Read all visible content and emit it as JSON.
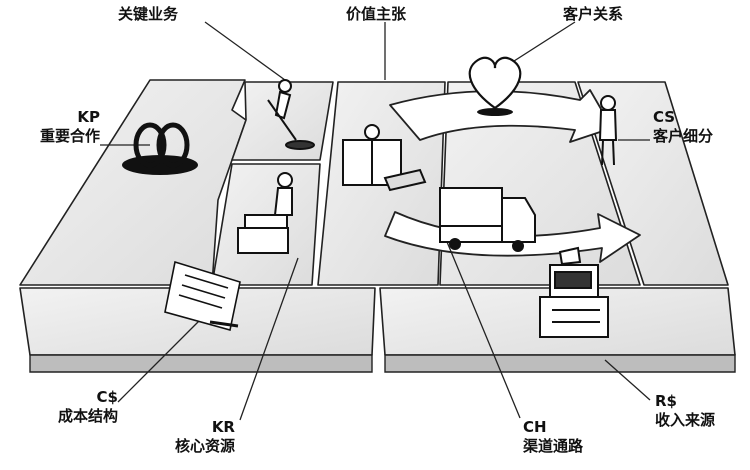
{
  "labels": {
    "key_activities": {
      "zh": "关键业务"
    },
    "value_propositions": {
      "zh": "价值主张"
    },
    "customer_relationships": {
      "zh": "客户关系"
    },
    "key_partners": {
      "code": "KP",
      "zh": "重要合作"
    },
    "customer_segments": {
      "code": "CS",
      "zh": "客户细分"
    },
    "cost_structure": {
      "code": "C$",
      "zh": "成本结构"
    },
    "key_resources": {
      "code": "KR",
      "zh": "核心资源"
    },
    "channels": {
      "code": "CH",
      "zh": "渠道通路"
    },
    "revenue_streams": {
      "code": "R$",
      "zh": "收入来源"
    }
  },
  "icons": [
    "interlocked-rings-icon",
    "digging-person-icon",
    "worker-with-box-icon",
    "contract-document-icon",
    "gift-box-icon",
    "heart-icon",
    "delivery-truck-icon",
    "standing-person-icon",
    "cash-register-icon"
  ],
  "colors": {
    "ink": "#111111",
    "board": "#e6e6e6",
    "board_dark": "#bdbdbd"
  }
}
